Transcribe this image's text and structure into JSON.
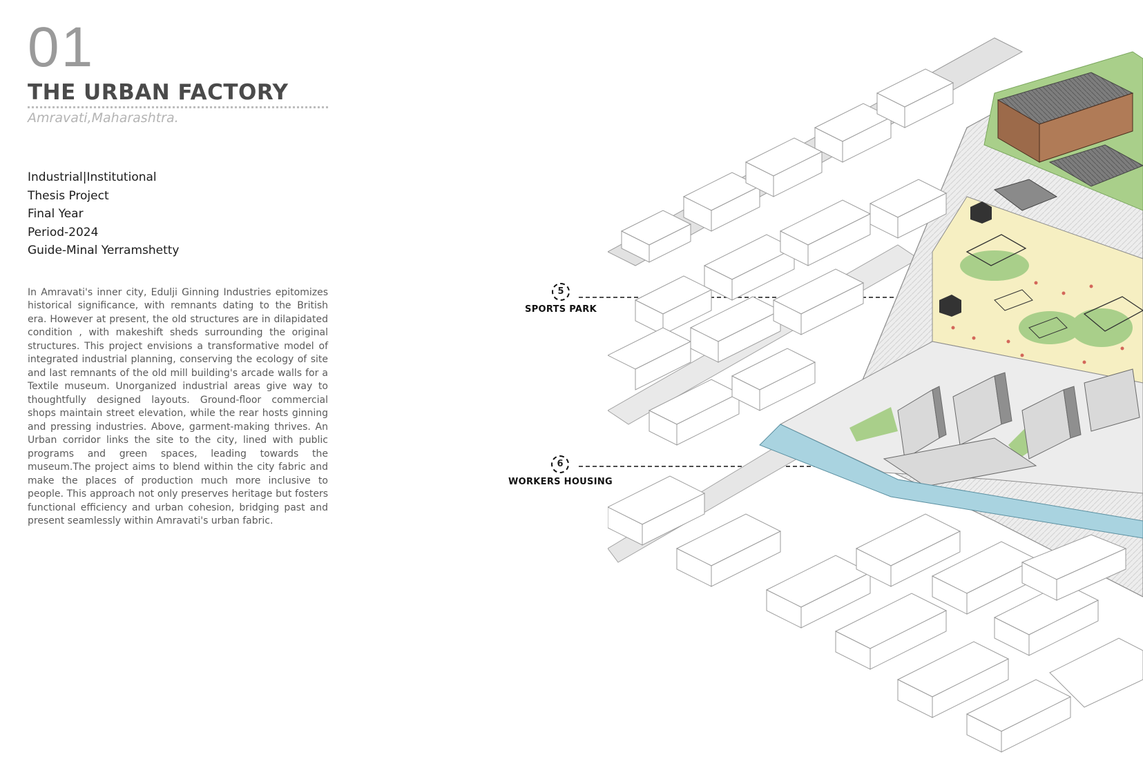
{
  "project": {
    "number": "01",
    "title": "THE URBAN FACTORY",
    "location": "Amravati,Maharashtra."
  },
  "meta": [
    "Industrial|Institutional",
    "Thesis Project",
    "Final Year",
    "Period-2024",
    "Guide-Minal Yerramshetty"
  ],
  "description": "In Amravati's inner city, Edulji Ginning Industries epitomizes historical significance, with remnants dating to the British era. However at present, the old structures are in dilapidated condition , with makeshift sheds surrounding the original structures. This project envisions a transformative model of integrated industrial planning, conserving the ecology of site and last remnants of the old mill building's arcade walls for a Textile museum. Unorganized industrial areas give way to thoughtfully designed layouts. Ground-floor commercial shops maintain street elevation, while the rear hosts ginning and pressing industries. Above, garment-making thrives. An Urban corridor links the site to the city, lined with public programs and green spaces, leading towards the museum.The project aims to blend within the city fabric and make the places of production much more inclusive to people. This approach not only preserves heritage but fosters functional efficiency and urban cohesion, bridging past and present seamlessly within Amravati's urban fabric.",
  "callouts": [
    {
      "number": "5",
      "label": "SPORTS PARK"
    },
    {
      "number": "6",
      "label": "WORKERS HOUSING"
    }
  ],
  "colors": {
    "green": "#a9cf8a",
    "water": "#a9d3e0",
    "plaza": "#f6efc2",
    "roof": "#8a8a8a",
    "brick": "#9c6a4a"
  }
}
